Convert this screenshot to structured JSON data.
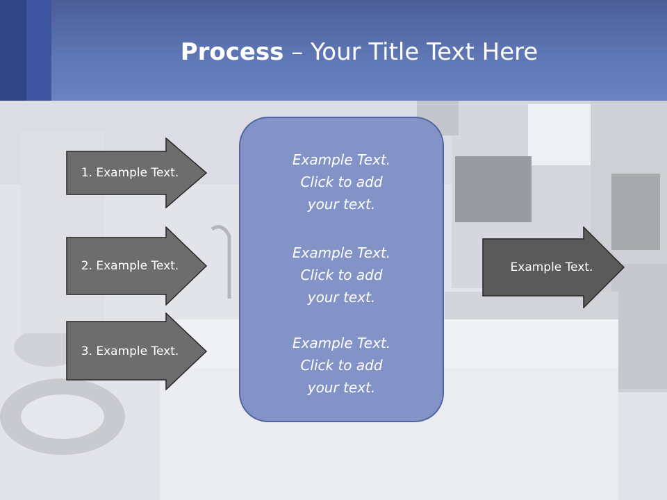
{
  "header": {
    "title_bold": "Process",
    "title_rest": " – Your Title Text Here"
  },
  "left_arrows": [
    {
      "label": "1. Example Text."
    },
    {
      "label": "2. Example Text."
    },
    {
      "label": "3. Example Text."
    }
  ],
  "center_box": {
    "blocks": [
      {
        "line1": "Example Text.",
        "line2": "Click  to add",
        "line3": "your text."
      },
      {
        "line1": "Example Text.",
        "line2": "Click  to add",
        "line3": "your text."
      },
      {
        "line1": "Example Text.",
        "line2": "Click  to add",
        "line3": "your text."
      }
    ]
  },
  "right_arrow": {
    "label": "Example Text."
  },
  "colors": {
    "header": "#5e76b4",
    "arrow_fill": "#6d6d6d",
    "arrow_right_fill": "#5a5a5a",
    "center_box": "#8393c8"
  }
}
